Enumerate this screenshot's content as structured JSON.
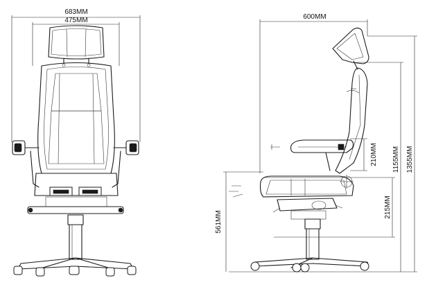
{
  "dimensions": {
    "front_overall_width": "683MM",
    "front_backrest_width": "475MM",
    "side_depth": "600MM",
    "armrest_height": "210MM",
    "backrest_height": "1155MM",
    "overall_height": "1355MM",
    "seat_height_range": "215MM",
    "seat_height_min": "561MM"
  }
}
